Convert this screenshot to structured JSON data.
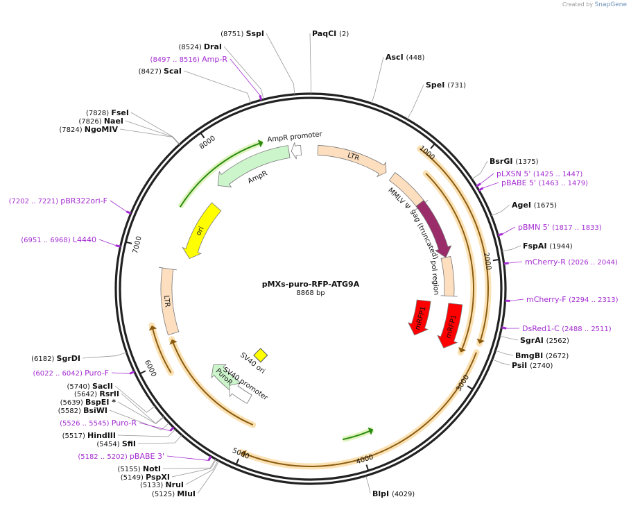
{
  "credit": {
    "prefix": "Created by",
    "brand": "SnapGene"
  },
  "plasmid": {
    "name": "pMXs-puro-RFP-ATG9A",
    "length_label": "8868 bp",
    "length_bp": 8868
  },
  "ticks": [
    "1000",
    "2000",
    "3000",
    "4000",
    "5000",
    "6000",
    "7000",
    "8000"
  ],
  "sites": [
    {
      "name": "PaqCI",
      "pos": "(2)",
      "bp": 2
    },
    {
      "name": "AscI",
      "pos": "(448)",
      "bp": 448
    },
    {
      "name": "SpeI",
      "pos": "(731)",
      "bp": 731
    },
    {
      "name": "BsrGI",
      "pos": "(1375)",
      "bp": 1375
    },
    {
      "name": "AgeI",
      "pos": "(1675)",
      "bp": 1675
    },
    {
      "name": "FspAI",
      "pos": "(1944)",
      "bp": 1944
    },
    {
      "name": "SgrAI",
      "pos": "(2562)",
      "bp": 2562
    },
    {
      "name": "BmgBI",
      "pos": "(2672)",
      "bp": 2672
    },
    {
      "name": "PsiI",
      "pos": "(2740)",
      "bp": 2740
    },
    {
      "name": "BlpI",
      "pos": "(4029)",
      "bp": 4029
    },
    {
      "name": "MluI",
      "pos": "(5125)",
      "bp": 5125
    },
    {
      "name": "NruI",
      "pos": "(5133)",
      "bp": 5133
    },
    {
      "name": "PspXI",
      "pos": "(5149)",
      "bp": 5149
    },
    {
      "name": "NotI",
      "pos": "(5155)",
      "bp": 5155
    },
    {
      "name": "SfiI",
      "pos": "(5454)",
      "bp": 5454
    },
    {
      "name": "HindIII",
      "pos": "(5517)",
      "bp": 5517
    },
    {
      "name": "BsiWI",
      "pos": "(5582)",
      "bp": 5582
    },
    {
      "name": "BspEI *",
      "pos": "(5639)",
      "bp": 5639
    },
    {
      "name": "RsrII",
      "pos": "(5642)",
      "bp": 5642
    },
    {
      "name": "SacII",
      "pos": "(5740)",
      "bp": 5740
    },
    {
      "name": "SgrDI",
      "pos": "(6182)",
      "bp": 6182
    },
    {
      "name": "NgoMIV",
      "pos": "(7824)",
      "bp": 7824
    },
    {
      "name": "NaeI",
      "pos": "(7826)",
      "bp": 7826
    },
    {
      "name": "FseI",
      "pos": "(7828)",
      "bp": 7828
    },
    {
      "name": "ScaI",
      "pos": "(8427)",
      "bp": 8427
    },
    {
      "name": "DraI",
      "pos": "(8524)",
      "bp": 8524
    },
    {
      "name": "SspI",
      "pos": "(8751)",
      "bp": 8751
    }
  ],
  "primers": [
    {
      "name": "pLXSN 5'",
      "range": "(1425 .. 1447)"
    },
    {
      "name": "pBABE 5'",
      "range": "(1463 .. 1479)"
    },
    {
      "name": "pBMN 5'",
      "range": "(1817 .. 1833)"
    },
    {
      "name": "mCherry-R",
      "range": "(2026 .. 2044)"
    },
    {
      "name": "mCherry-F",
      "range": "(2294 .. 2313)"
    },
    {
      "name": "DsRed1-C",
      "range": "(2488 .. 2511)"
    },
    {
      "name": "pBABE 3'",
      "range": "(5182 .. 5202)"
    },
    {
      "name": "Puro-R",
      "range": "(5526 .. 5545)"
    },
    {
      "name": "Puro-F",
      "range": "(6022 .. 6042)"
    },
    {
      "name": "L4440",
      "range": "(6951 .. 6968)"
    },
    {
      "name": "pBR322ori-F",
      "range": "(7202 .. 7221)"
    },
    {
      "name": "Amp-R",
      "range": "(8497 .. 8516)"
    }
  ],
  "features": [
    {
      "name": "LTR",
      "color": "#fddfc0"
    },
    {
      "name": "MMLV Ψ",
      "color": "#fddfc0"
    },
    {
      "name": "gag (truncated)",
      "color": "#9b2c6a"
    },
    {
      "name": "pol region",
      "color": "#fddfc0"
    },
    {
      "name": "mRFP1",
      "color": "#ff0000"
    },
    {
      "name": "mRFP1",
      "color": "#ff0000"
    },
    {
      "name": "LTR",
      "color": "#fddfc0"
    },
    {
      "name": "ori",
      "color": "#ffff00"
    },
    {
      "name": "AmpR",
      "color": "#ccf5cc"
    },
    {
      "name": "AmpR promoter",
      "color": "#ffffff"
    },
    {
      "name": "PuroR",
      "color": "#ccf5cc"
    },
    {
      "name": "SV40 promoter",
      "color": "#ffffff"
    },
    {
      "name": "SV40 ori",
      "color": "#ffff00"
    }
  ],
  "colors": {
    "backbone": "#222222",
    "primer": "#a32bd0",
    "orf": "#f5c98a",
    "orf_arrow": "#8a5a10",
    "green_arrow": "#2a8a10"
  }
}
